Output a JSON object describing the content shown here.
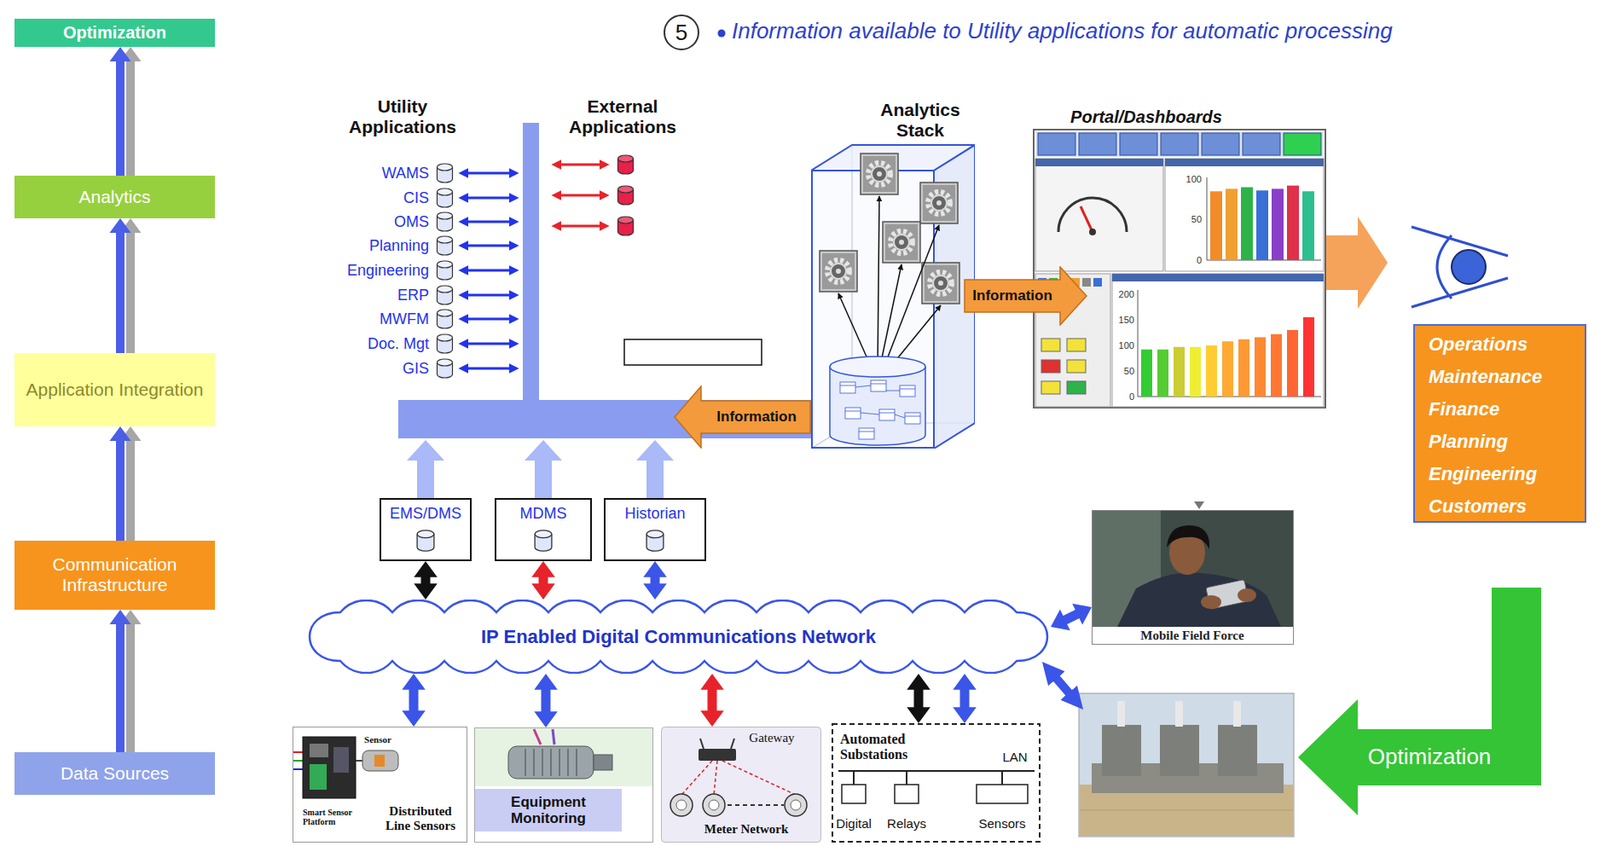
{
  "diagram": {
    "nodes": [
      {
        "text": [
          "Optimization"
        ]
      },
      {
        "text": [
          "5"
        ]
      },
      {
        "text": [
          "Analytics"
        ]
      },
      {
        "text": [
          "Analytics Stack"
        ]
      },
      {
        "text": [
          "Information"
        ]
      },
      {
        "text": [
          "Portal/Dashboards"
        ]
      },
      {
        "text": [
          "Operations",
          "Maintenance",
          "Finance",
          "Planning",
          "Engineering",
          "Customers"
        ]
      },
      {
        "text": [
          "Application Integration"
        ]
      },
      {
        "text": [
          "Information"
        ]
      },
      {
        "text": [
          "Communication Infrastructure"
        ]
      },
      {
        "text": [
          "EMS/DMS"
        ]
      },
      {
        "text": [
          "MDMS"
        ]
      },
      {
        "text": [
          "Historian"
        ]
      },
      {
        "text": [
          "Mobile Field Force"
        ]
      },
      {
        "text": [
          "IP Enabled Digital Communications Network"
        ]
      },
      {
        "text": [
          "Data Sources"
        ]
      },
      {
        "text": [
          "Smart Sensor Platform",
          "Sensor",
          "Distributed Line Sensors"
        ]
      },
      {
        "text": [
          "Equipment Monitoring"
        ]
      },
      {
        "text": [
          "Gateway",
          "Meter Network"
        ]
      },
      {
        "text": [
          "Automated Substations",
          "LAN",
          "Digital",
          "Relays",
          "Sensors"
        ]
      }
    ],
    "edges": [
      {
        "from": 15,
        "to": 9,
        "arrow": "to"
      },
      {
        "from": 9,
        "to": 7,
        "arrow": "to"
      },
      {
        "from": 7,
        "to": 2,
        "arrow": "to"
      },
      {
        "from": 2,
        "to": 0,
        "arrow": "to"
      },
      {
        "from": 10,
        "to": 14,
        "arrow": "both"
      },
      {
        "from": 11,
        "to": 14,
        "arrow": "both"
      },
      {
        "from": 12,
        "to": 14,
        "arrow": "both"
      },
      {
        "from": 14,
        "to": 16,
        "arrow": "both"
      },
      {
        "from": 14,
        "to": 17,
        "arrow": "both"
      },
      {
        "from": 14,
        "to": 18,
        "arrow": "both"
      },
      {
        "from": 14,
        "to": 19,
        "arrow": "both"
      },
      {
        "from": 14,
        "to": 19,
        "arrow": "both"
      },
      {
        "from": 14,
        "to": 13,
        "arrow": "both"
      }
    ],
    "labels": [
      "Information available to Utility applications for automatic processing",
      "Utility Applications",
      "External Applications",
      "WAMS",
      "CIS",
      "OMS",
      "Planning",
      "Engineering",
      "ERP",
      "MWFM",
      "Doc. Mgt",
      "GIS",
      "100",
      "50",
      "0",
      "200",
      "150",
      "100",
      "50",
      "0",
      "Optimization"
    ]
  }
}
